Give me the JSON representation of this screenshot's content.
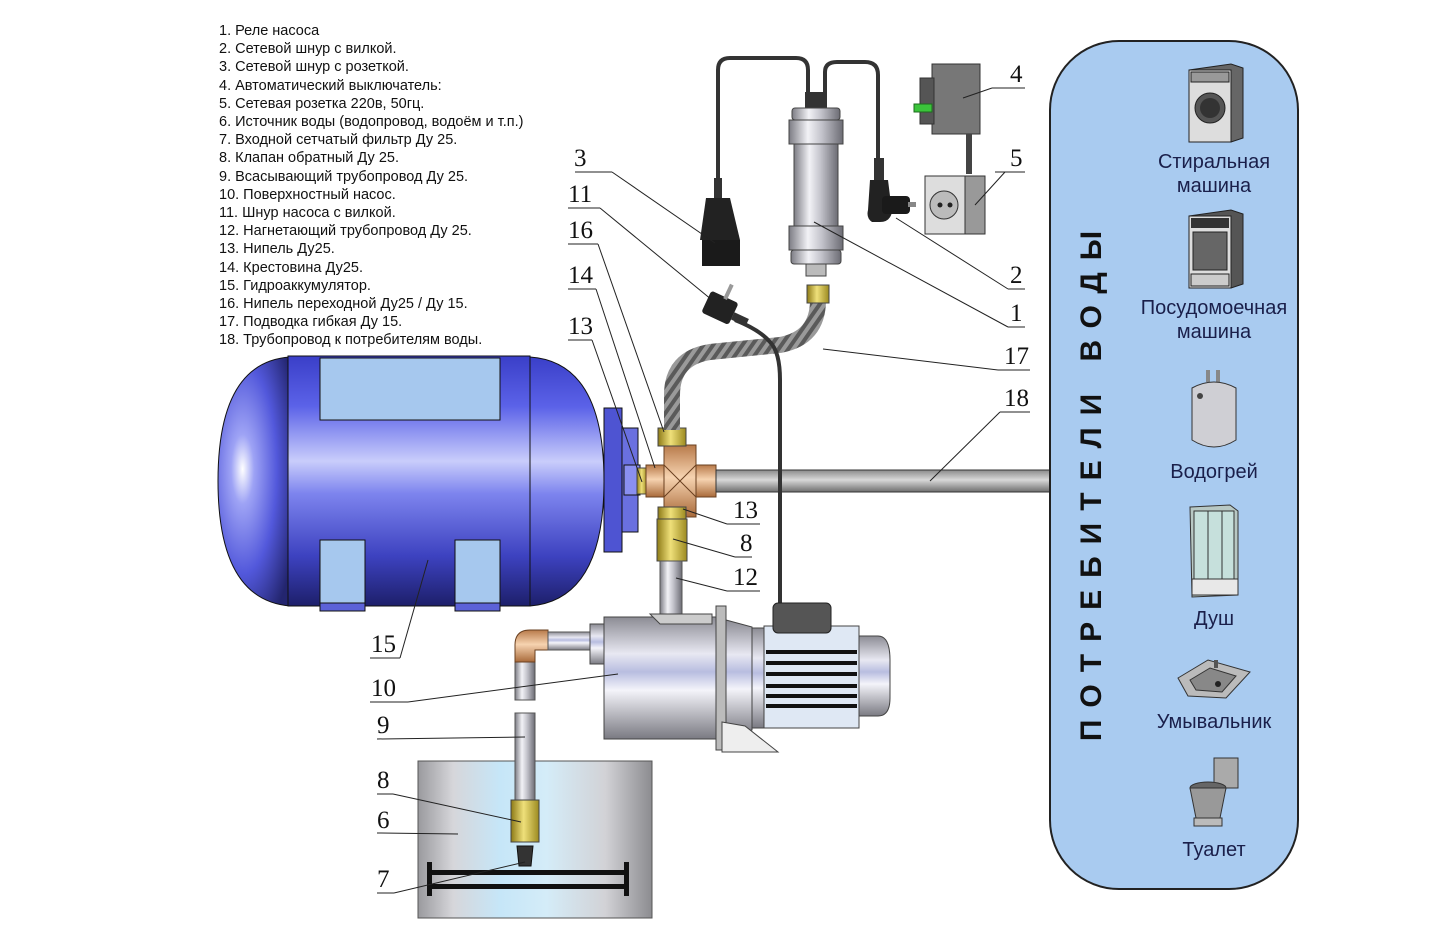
{
  "legend": [
    "1. Реле насоса",
    "2. Сетевой шнур с вилкой.",
    "3. Сетевой шнур с розеткой.",
    "4. Автоматический выключатель:",
    "5. Сетевая розетка 220в, 50гц.",
    "6. Источник воды (водопровод, водоём и т.п.)",
    "7. Входной сетчатый фильтр Ду 25.",
    "8. Клапан обратный Ду 25.",
    "9. Всасывающий трубопровод Ду 25.",
    "10. Поверхностный насос.",
    "11. Шнур насоса с вилкой.",
    "12. Нагнетающий трубопровод Ду 25.",
    "13. Нипель Ду25.",
    "14. Крестовина Ду25.",
    "15. Гидроаккумулятор.",
    "16. Нипель переходной Ду25 / Ду 15.",
    "17. Подводка гибкая Ду 15.",
    "18. Трубопровод к потребителям воды."
  ],
  "callouts": {
    "c1": "1",
    "c2": "2",
    "c3": "3",
    "c4": "4",
    "c5": "5",
    "c6": "6",
    "c7": "7",
    "c8a": "8",
    "c8b": "8",
    "c9": "9",
    "c10": "10",
    "c11": "11",
    "c12": "12",
    "c13a": "13",
    "c13b": "13",
    "c14": "14",
    "c15": "15",
    "c16": "16",
    "c17": "17",
    "c18": "18"
  },
  "consumers_panel": {
    "title": "ПОТРЕБИТЕЛИ ВОДЫ",
    "items": [
      {
        "label_line1": "Стиральная",
        "label_line2": "машина",
        "icon": "washing-machine-icon"
      },
      {
        "label_line1": "Посудомоечная",
        "label_line2": "машина",
        "icon": "dishwasher-icon"
      },
      {
        "label_line1": "Водогрей",
        "label_line2": "",
        "icon": "water-heater-icon"
      },
      {
        "label_line1": "Душ",
        "label_line2": "",
        "icon": "shower-cabin-icon"
      },
      {
        "label_line1": "Умывальник",
        "label_line2": "",
        "icon": "washbasin-icon"
      },
      {
        "label_line1": "Туалет",
        "label_line2": "",
        "icon": "toilet-icon"
      }
    ]
  },
  "colors": {
    "tank": "#4a4fd6",
    "panel": "#a9cbf0",
    "brass": "#d8c04a",
    "copper": "#d9a577"
  }
}
